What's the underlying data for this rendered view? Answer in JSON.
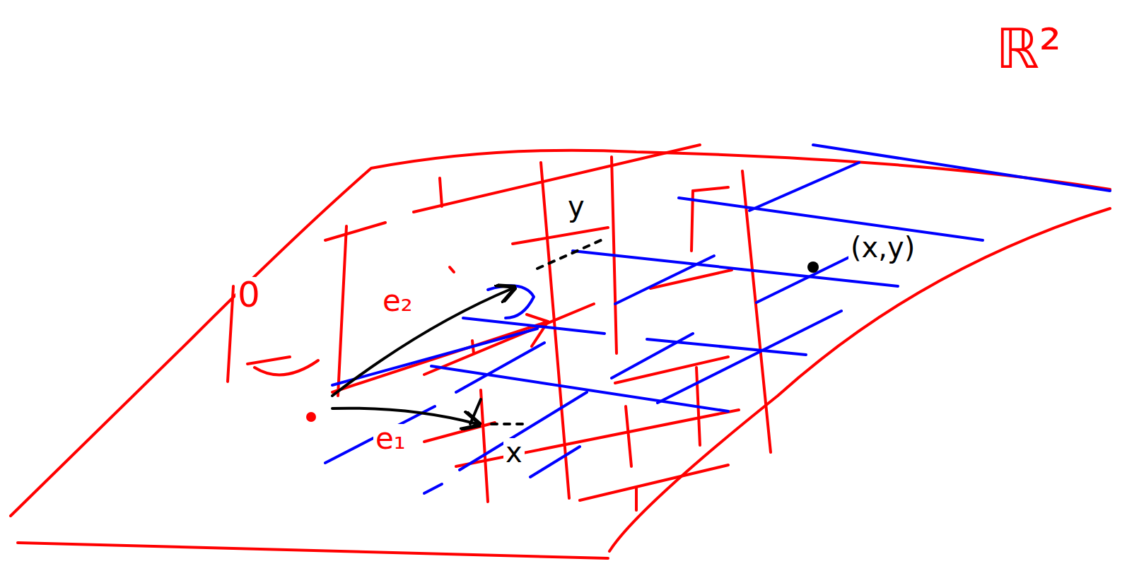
{
  "diagram": {
    "labels": [
      "ℝ²",
      "0",
      "e₂",
      "e₁",
      "x",
      "y",
      "(x,y)"
    ]
  }
}
